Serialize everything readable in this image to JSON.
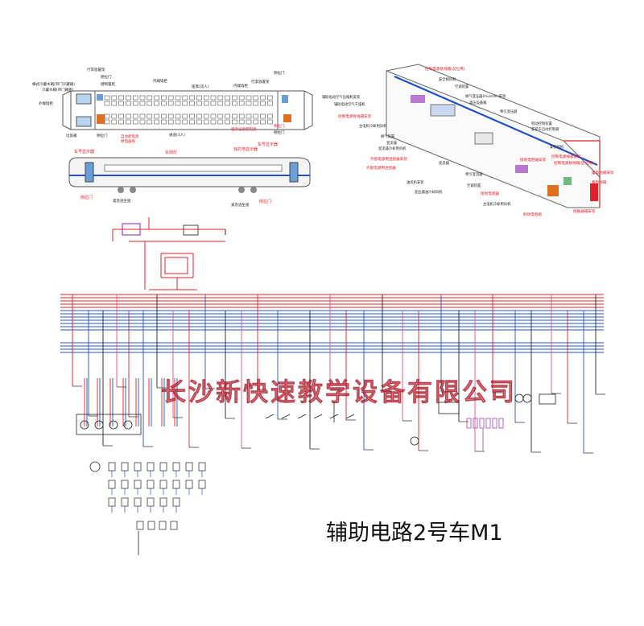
{
  "diagram_title": "辅助电路2号车M1",
  "watermark": "长沙新快速教学设备有限公司",
  "colors": {
    "red": "#e0202a",
    "blue": "#2050c8",
    "pink": "#e05080",
    "purple": "#a040c0",
    "black": "#222222",
    "orange": "#e07020",
    "green": "#30a050"
  },
  "floorplan_labels": {
    "toilet": "行李放置架",
    "side_door_tl": "侧拉门",
    "water_tank": "储物置柜",
    "inner_wall": "内端墙柜",
    "seat_pair": "座席(双人)",
    "inner_wall2": "内端墙柜",
    "side_door_tr": "侧拉门",
    "luggage_r": "行李放置架",
    "wc_left": "横式冷藏水箱(带门冷藏箱)",
    "wc_left2": "冷藏水箱(带门箱柜)",
    "outer_wall": "外端墙柜",
    "garbage": "垃圾箱",
    "side_door_bl": "侧拉门",
    "dist_box": "自动配电盘",
    "dist_box2": "继电器盘",
    "aisle": "通道(3人)",
    "service_panel": "服务设备配电盘",
    "side_door_br": "侧拉门",
    "side_door_br2": "侧拉门"
  },
  "side_view_labels": {
    "car_number": "车号显示器",
    "side_light": "车侧灯",
    "destination": "目的地显示器",
    "car_disp": "车号显示器",
    "slide_door_l": "侧拉门",
    "emergency_l": "紧急逃生窗",
    "emergency_r": "紧急逃生窗",
    "slide_door_r": "侧拉门"
  },
  "iso_labels": {
    "ctrl_top": "控制电源接线箱(前位用)",
    "safety_fan": "安全阀风机",
    "air_cond": "空调装置",
    "aux_compressor": "辅助电动空气压缩机安装",
    "aux_dryer": "辅助电动空气干燥机",
    "inverter": "换气变压器(Inverter)安装",
    "high_volt": "高压设备箱",
    "ctrl_box": "控制电源接线箱安装",
    "traction_tr": "牵引变压器",
    "main_cooling": "主电机冷却用风机",
    "brake_ctrl": "制动控制装置",
    "axle_ctrl": "安装车自动控制箱",
    "vent": "换气装置",
    "conv": "变流器",
    "aux_fan": "安装风机",
    "conv_cooling": "变流器冷却用风机",
    "ext_power": "外部电源用连接器安装",
    "ctrl_line_box": "控制电源线箱安装",
    "ext_power2": "外部电源用连接器",
    "filter": "变流器",
    "traction_dev": "牵引变流器",
    "ctrl_line_box2": "控制电源接线箱(后位用)",
    "ground_box": "接地电阻器安装",
    "battery_box": "蓄电池箱安装",
    "battery": "蓄电池箱",
    "oil_cool": "油风机安装",
    "air_cond2": "空调装置",
    "transformer_oil": "变压器油冷却风机",
    "ground_res": "接地电阻器",
    "main_fan": "主电机冷却用风机",
    "brake_res": "制动电阻箱",
    "contact": "接触器箱安装"
  }
}
